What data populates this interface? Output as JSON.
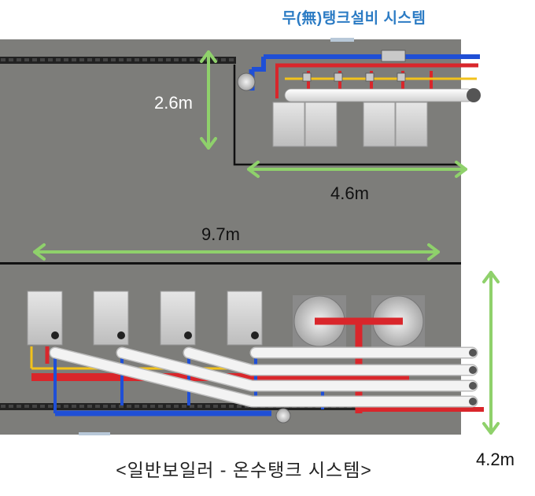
{
  "title": "무(無)탱크설비 시스템",
  "caption": "<일반보일러 - 온수탱크 시스템>",
  "dimensions": {
    "tankless_height": "2.6m",
    "tankless_width": "4.6m",
    "total_width": "9.7m",
    "tank_height": "4.2m"
  },
  "colors": {
    "title": "#2b7bc4",
    "floor": "#7d7d7a",
    "dimension_arrow": "#8fd16b",
    "pipe_hot": "#d9262b",
    "pipe_cold": "#1f4fd6",
    "pipe_gas": "#f2c21b",
    "pipe_insulated": "#eeeeee"
  }
}
